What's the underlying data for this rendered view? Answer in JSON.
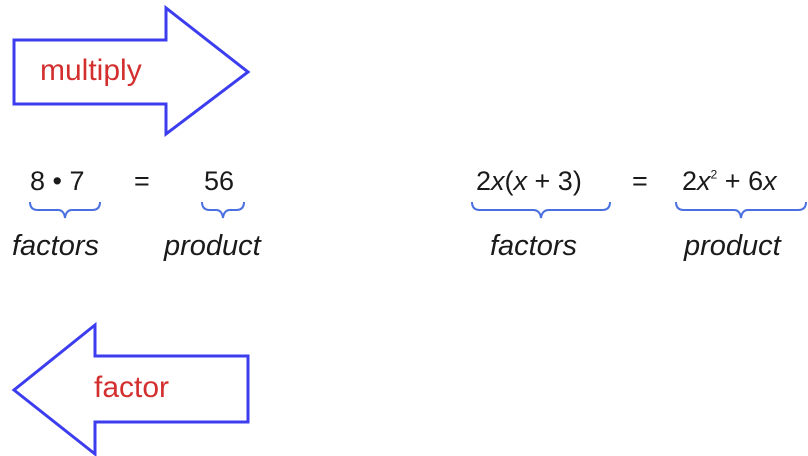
{
  "colors": {
    "arrow_stroke": "#3d3df0",
    "arrow_label": "#d32f2f",
    "text": "#1a1a1a",
    "brace": "#4a6fe0"
  },
  "arrows": {
    "multiply": {
      "label": "multiply",
      "direction": "right"
    },
    "factor": {
      "label": "factor",
      "direction": "left"
    }
  },
  "left_example": {
    "factors_expr": "8 • 7",
    "equals": "=",
    "product_expr": "56",
    "factors_caption": "factors",
    "product_caption": "product"
  },
  "right_example": {
    "f_a": "2",
    "f_b": "x",
    "f_c": "(",
    "f_d": "x",
    "f_e": " + 3)",
    "equals": "=",
    "p_a": "2",
    "p_b": "x",
    "p_sup": "2",
    "p_c": " + 6",
    "p_d": "x",
    "factors_caption": "factors",
    "product_caption": "product"
  }
}
